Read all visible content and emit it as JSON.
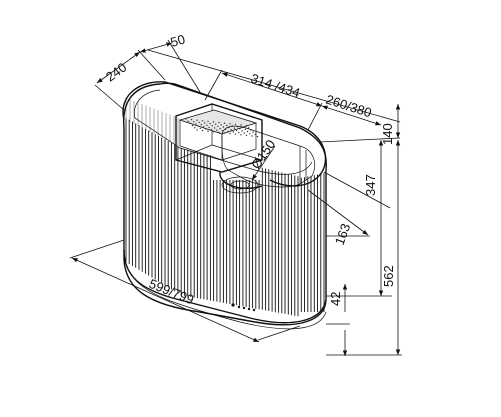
{
  "dimensions": {
    "depth_top": "240",
    "offset_top": "50",
    "chimney_width": "314 /434",
    "chimney_height_range": "260/380",
    "chimney_top_height": "140",
    "diameter": "Ø150",
    "body_height": "347",
    "depth_inner": "163",
    "total_height": "562",
    "width": "599/799",
    "base_height": "42"
  }
}
